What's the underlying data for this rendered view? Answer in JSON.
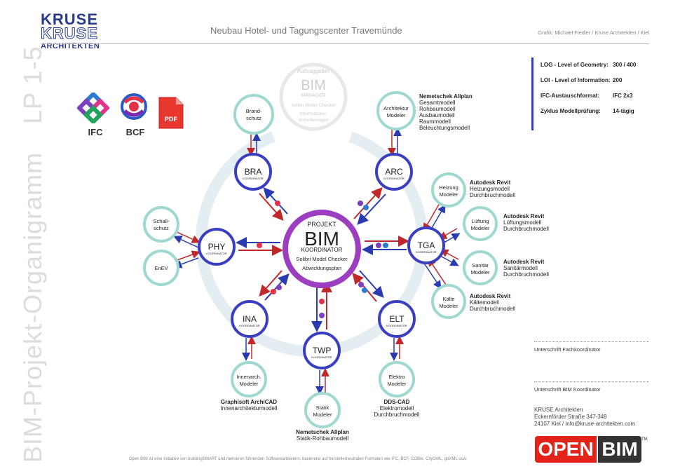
{
  "header": {
    "logo_line1": "KRUSE",
    "logo_line2": "KRUSE",
    "logo_line3": "ARCHITEKTEN",
    "project_title": "Neubau Hotel- und Tagungscenter Travemünde",
    "credit": "Grafik: Michael Fiedler / Kruse Architekten / Kiel"
  },
  "side_title": {
    "main": "BIM-Projekt-Organigramm",
    "phase": "LP 1-5"
  },
  "formats": [
    {
      "label": "IFC",
      "icon": "ifc-logo-icon"
    },
    {
      "label": "BCF",
      "icon": "bcf-logo-icon"
    },
    {
      "label": "PDF",
      "icon": "pdf-file-icon"
    }
  ],
  "info_box": [
    {
      "key": "LOG - Level of Geometry:",
      "value": "300 / 400"
    },
    {
      "key": "LOI - Level of Information:",
      "value": "200"
    },
    {
      "key": "IFC-Austauschformat:",
      "value": "IFC 2x3"
    },
    {
      "key": "Zyklus Modellprüfung:",
      "value": "14-tägig"
    }
  ],
  "client": {
    "line1": "Auftraggeber",
    "line2": "BIM",
    "line3": "MANAGER",
    "line4": "Solibri Model Checker",
    "line5": "Informations-",
    "line6": "Anforderungen"
  },
  "center": {
    "line1": "PROJEKT",
    "line2": "BIM",
    "line3": "KOORDINATOR",
    "line4": "Solibri Model Checker",
    "line5": "Abwicklungsplan"
  },
  "coordinator_sub": "KOORDINATOR",
  "coordinators": [
    {
      "id": "bra",
      "label": "BRA"
    },
    {
      "id": "arc",
      "label": "ARC"
    },
    {
      "id": "phy",
      "label": "PHY"
    },
    {
      "id": "tga",
      "label": "TGA"
    },
    {
      "id": "ina",
      "label": "INA"
    },
    {
      "id": "elt",
      "label": "ELT"
    },
    {
      "id": "twp",
      "label": "TWP"
    }
  ],
  "modelers": [
    {
      "id": "brand",
      "l1": "Brand-",
      "l2": "schutz"
    },
    {
      "id": "arch",
      "l1": "Architektur",
      "l2": "Modeler"
    },
    {
      "id": "schall",
      "l1": "Schall-",
      "l2": "schutz"
    },
    {
      "id": "enev",
      "l1": "EnEV",
      "l2": ""
    },
    {
      "id": "heizung",
      "l1": "Heizung",
      "l2": "Modeler"
    },
    {
      "id": "lueftung",
      "l1": "Lüftung",
      "l2": "Modeler"
    },
    {
      "id": "sanitaer",
      "l1": "Sanitär",
      "l2": "Modeler"
    },
    {
      "id": "kaelte",
      "l1": "Kälte",
      "l2": "Modeler"
    },
    {
      "id": "innen",
      "l1": "Innenarch.",
      "l2": "Modeler"
    },
    {
      "id": "elektro",
      "l1": "Elektro",
      "l2": "Modeler"
    },
    {
      "id": "statik",
      "l1": "Statik",
      "l2": "Modeler"
    }
  ],
  "software": {
    "arch": {
      "title": "Nemetschek Allplan",
      "lines": [
        "Gesamtmodell",
        "Rohbaumodell",
        "Ausbaumodell",
        "Raummodell",
        "Beleuchtungsmodell"
      ]
    },
    "heizung": {
      "title": "Autodesk Revit",
      "lines": [
        "Heizungsmodell",
        "Durchbruchmodell"
      ]
    },
    "lueftung": {
      "title": "Autodesk Revit",
      "lines": [
        "Lüftungsmodell",
        "Durchbruchmodell"
      ]
    },
    "sanitaer": {
      "title": "Autodesk Revit",
      "lines": [
        "Sanitärmodell",
        "Durchbruchmodell"
      ]
    },
    "kaelte": {
      "title": "Autodesk Revit",
      "lines": [
        "Kältemodell",
        "Durchbruchmodell"
      ]
    },
    "innen": {
      "title": "Graphisoft ArchiCAD",
      "lines": [
        "Innenarchitekturmodell"
      ]
    },
    "elektro": {
      "title": "DDS-CAD",
      "lines": [
        "Elektromodell",
        "Durchbruchmodell"
      ]
    },
    "statik": {
      "title": "Nemetschek Allplan",
      "lines": [
        "Statik-Rohbaumodell"
      ]
    }
  },
  "signatures": {
    "fach": "Unterschrift Fachkoordinator",
    "bim": "Unterschrift BIM Koordinator"
  },
  "address": {
    "line1": "KRUSE Architekten",
    "line2": "Eckernförder Straße 347-349",
    "line3": "24107 Kiel   /  info@kruse-architekten.com"
  },
  "openbim": {
    "part1": "OPEN",
    "part2": "BIM",
    "tm": "TM"
  },
  "footer": "Open BIM ist eine Initiative von buildingSMART und mehreren führenden Softwareanbietern, basierend auf herstellerneutralen Formaten wie IFC, BCF, COBie, CityGML, gbXML usw.",
  "colors": {
    "coordinator": "#3a3fc0",
    "modeler": "#9fd8d0",
    "center": "#9b3fc0",
    "arrow_red": "#c0282a",
    "arrow_blue": "#2a3ab0"
  }
}
